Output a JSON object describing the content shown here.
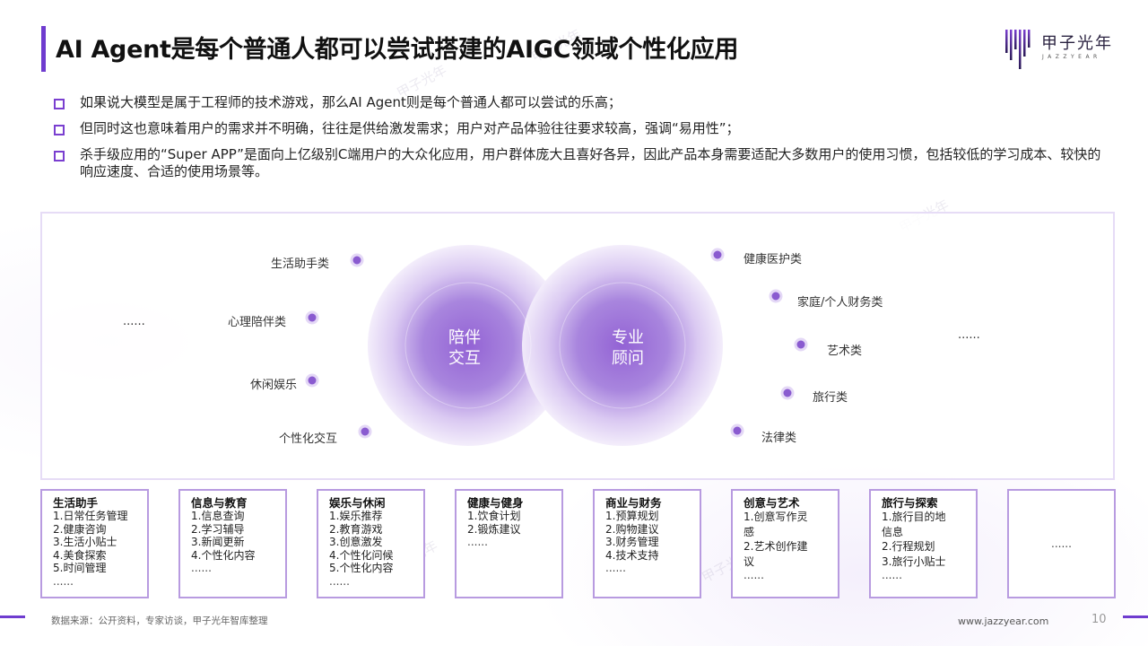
{
  "title": "AI Agent是每个普通人都可以尝试搭建的AIGC领域个性化应用",
  "logo": {
    "cn": "甲子光年",
    "en": "JAZZYEAR"
  },
  "bullets": [
    "如果说大模型是属于工程师的技术游戏，那么AI Agent则是每个普通人都可以尝试的乐高；",
    "但同时这也意味着用户的需求并不明确，往往是供给激发需求；用户对产品体验往往要求较高，强调“易用性”；",
    "杀手级应用的“Super APP”是面向上亿级别C端用户的大众化应用，用户群体庞大且喜好各异，因此产品本身需要适配大多数用户的使用习惯，包括较低的学习成本、较快的响应速度、合适的使用场景等。"
  ],
  "diagram": {
    "left_circle": {
      "line1": "陪伴",
      "line2": "交互"
    },
    "right_circle": {
      "line1": "专业",
      "line2": "顾问"
    },
    "left_labels": [
      "生活助手类",
      "心理陪伴类",
      "休闲娱乐",
      "个性化交互"
    ],
    "right_labels": [
      "健康医护类",
      "家庭/个人财务类",
      "艺术类",
      "旅行类",
      "法律类"
    ],
    "left_more": "......",
    "right_more": "......"
  },
  "boxes": [
    {
      "head": "生活助手",
      "items": [
        "1.日常任务管理",
        "2.健康咨询",
        "3.生活小贴士",
        "4.美食探索",
        "5.时间管理"
      ],
      "more": "......"
    },
    {
      "head": "信息与教育",
      "items": [
        "1.信息查询",
        "2.学习辅导",
        "3.新闻更新",
        "4.个性化内容"
      ],
      "more": "......"
    },
    {
      "head": "娱乐与休闲",
      "items": [
        "1.娱乐推荐",
        "2.教育游戏",
        "3.创意激发",
        "4.个性化问候",
        "5.个性化内容"
      ],
      "more": "......"
    },
    {
      "head": "健康与健身",
      "items": [
        "1.饮食计划",
        "2.锻炼建议"
      ],
      "more": "......"
    },
    {
      "head": "商业与财务",
      "items": [
        "1.预算规划",
        "2.购物建议",
        "3.财务管理",
        "4.技术支持"
      ],
      "more": "......"
    },
    {
      "head": "创意与艺术",
      "items": [
        "1.创意写作灵",
        "感",
        "2.艺术创作建",
        "议"
      ],
      "more": "......"
    },
    {
      "head": "旅行与探索",
      "items": [
        "1.旅行目的地",
        "信息",
        "2.行程规划",
        "3.旅行小贴士"
      ],
      "more": "......"
    },
    {
      "head": "",
      "items": [],
      "more": "......"
    }
  ],
  "footer": {
    "source": "数据来源：公开资料，专家访谈，甲子光年智库整理",
    "website": "www.jazzyear.com",
    "page": "10"
  },
  "colors": {
    "accent": "#6f3ccf",
    "circle_dark": "#8a5bd0",
    "circle_light": "#e9defa",
    "box_border": "#b89be0"
  }
}
